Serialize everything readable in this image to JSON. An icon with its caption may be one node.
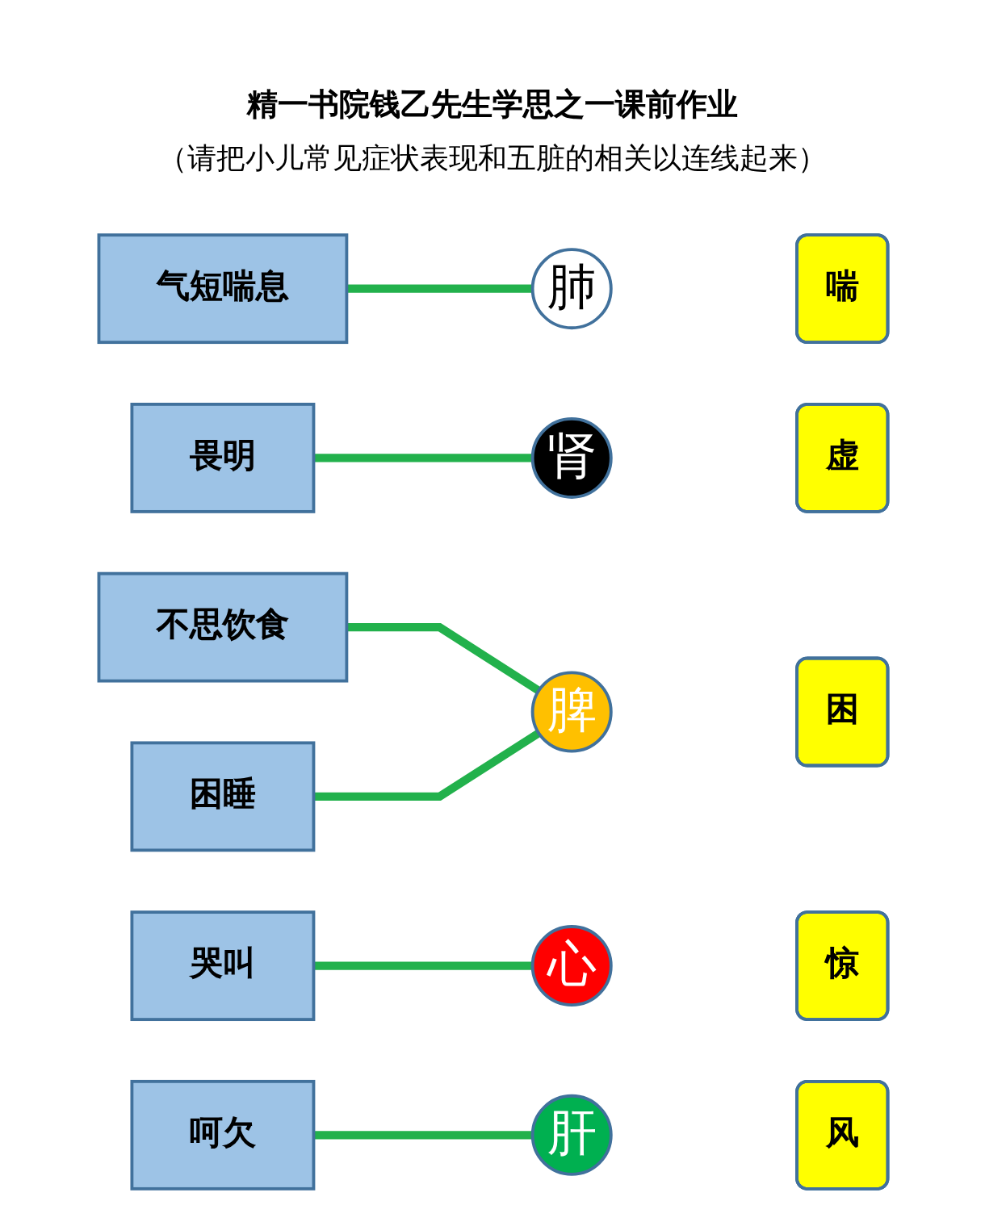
{
  "diagram": {
    "title": "精一书院钱乙先生学思之一课前作业",
    "nodes": [
      {
        "text": [
          "气短喘息"
        ]
      },
      {
        "text": [
          "畏明"
        ]
      },
      {
        "text": [
          "不思饮食"
        ]
      },
      {
        "text": [
          "哭叫"
        ]
      },
      {
        "text": [
          "困睡"
        ]
      },
      {
        "text": [
          "呵欠"
        ]
      },
      {
        "text": [
          "心"
        ]
      },
      {
        "text": [
          "惊"
        ]
      },
      {
        "text": [
          "肝"
        ]
      },
      {
        "text": [
          "风"
        ]
      },
      {
        "text": [
          "脾"
        ]
      },
      {
        "text": [
          "困"
        ]
      },
      {
        "text": [
          "肺"
        ]
      },
      {
        "text": [
          "喘"
        ]
      },
      {
        "text": [
          "肾"
        ]
      },
      {
        "text": [
          "虚"
        ]
      }
    ],
    "edges": [
      {
        "from": 0,
        "to": 12,
        "arrow": "none"
      },
      {
        "from": 1,
        "to": 14,
        "arrow": "none"
      },
      {
        "from": 2,
        "to": 10,
        "arrow": "none"
      },
      {
        "from": 3,
        "to": 6,
        "arrow": "none"
      },
      {
        "from": 4,
        "to": 10,
        "arrow": "none"
      },
      {
        "from": 5,
        "to": 8,
        "arrow": "none"
      }
    ],
    "labels": [
      "（请把小儿常见症状表现和五脏的相关以连线起来）"
    ]
  }
}
